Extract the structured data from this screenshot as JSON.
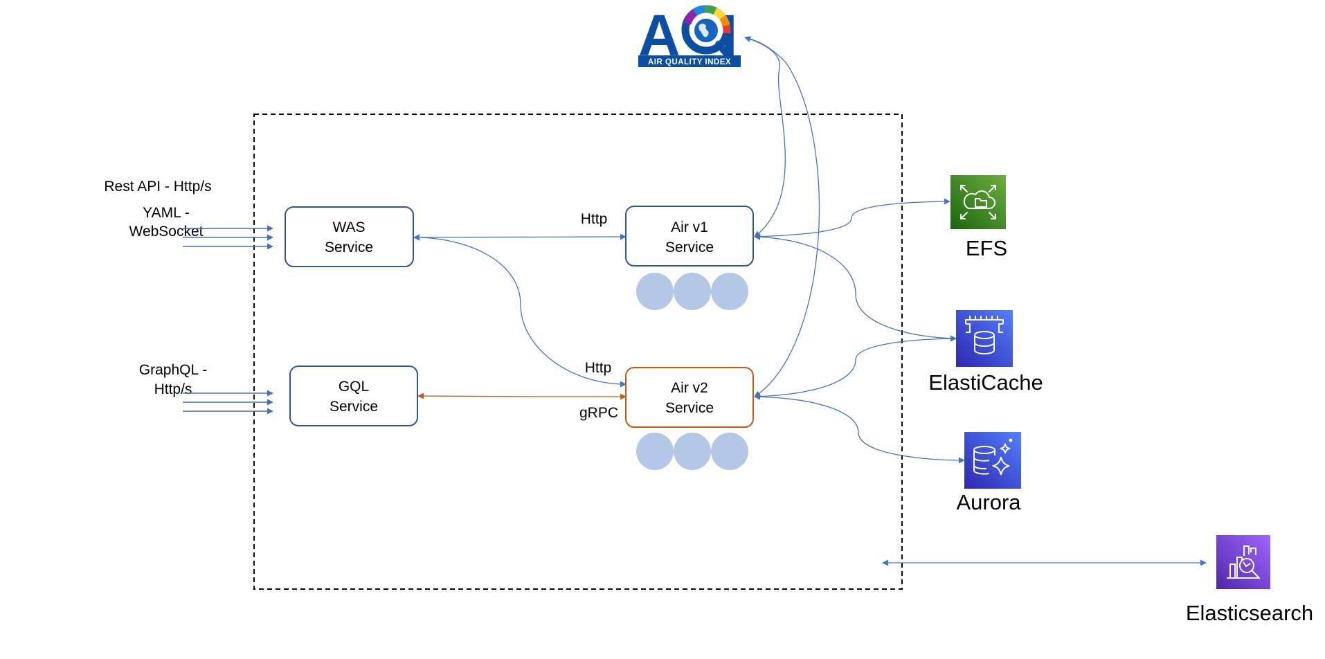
{
  "logo": {
    "letters": "AQI",
    "tagline": "AIR QUALITY INDEX",
    "colors": {
      "blue": "#0b4ea2",
      "dial": [
        "#e53935",
        "#fb8c00",
        "#fdd835",
        "#43a047",
        "#1e88e5",
        "#8e24aa"
      ]
    }
  },
  "inputs": {
    "rest": "Rest API - Http/s",
    "yaml_line1": "YAML -",
    "yaml_line2": "WebSocket",
    "graphql_line1": "GraphQL -",
    "graphql_line2": "Http/s"
  },
  "services": {
    "was": {
      "line1": "WAS",
      "line2": "Service"
    },
    "gql": {
      "line1": "GQL",
      "line2": "Service"
    },
    "air_v1": {
      "line1": "Air v1",
      "line2": "Service"
    },
    "air_v2": {
      "line1": "Air v2",
      "line2": "Service"
    }
  },
  "edges": {
    "was_to_air_v1": "Http",
    "was_to_air_v2": "Http",
    "gql_to_air_v2": "gRPC"
  },
  "aws": {
    "efs": {
      "label": "EFS",
      "icon": "efs-icon",
      "color": "#3f8624"
    },
    "elasticache": {
      "label": "ElastiCache",
      "icon": "elasticache-icon",
      "color": "#4d27d6"
    },
    "aurora": {
      "label": "Aurora",
      "icon": "aurora-icon",
      "color": "#4d27d6"
    },
    "elasticsearch": {
      "label": "Elasticsearch",
      "icon": "elasticsearch-icon",
      "color": "#7b3fe4"
    }
  },
  "colors": {
    "connector": "#4472c4",
    "grpc": "#c55a11",
    "service_border": "#2f5597",
    "air_v2_border": "#c55a11",
    "pod": "#b4c7e7"
  }
}
